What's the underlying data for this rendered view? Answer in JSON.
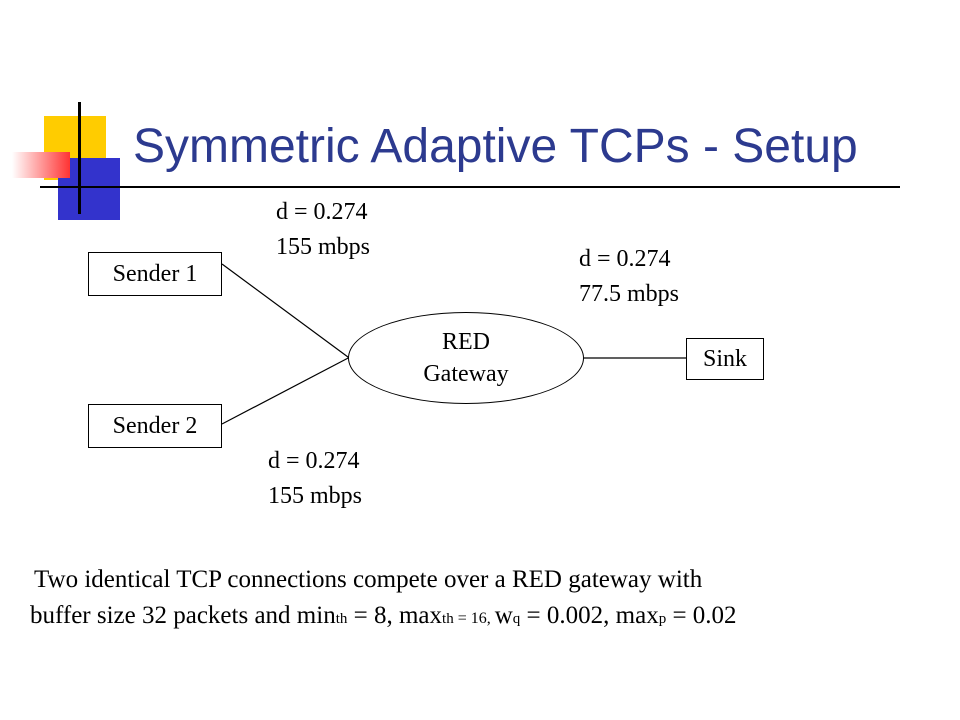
{
  "slide": {
    "title": "Symmetric Adaptive TCPs - Setup"
  },
  "diagram": {
    "nodes": {
      "sender1": "Sender 1",
      "sender2": "Sender 2",
      "gateway_line1": "RED",
      "gateway_line2": "Gateway",
      "sink": "Sink"
    },
    "links": {
      "sender1_gateway": {
        "delay": "d = 0.274",
        "bandwidth": "155 mbps"
      },
      "gateway_sink": {
        "delay": "d = 0.274",
        "bandwidth": "77.5 mbps"
      },
      "sender2_gateway": {
        "delay": "d = 0.274",
        "bandwidth": "155 mbps"
      }
    }
  },
  "caption": {
    "line1": "Two identical TCP connections compete over a RED gateway with",
    "line2": {
      "part1": "buffer size 32 packets and min",
      "min_sub": "th",
      "part2": " = 8, max",
      "max_sub": "th",
      "part3": " = 16, ",
      "part4": "w",
      "wq_sub": "q",
      "part5": " = 0.002, max",
      "maxp_sub": "p",
      "part6": " = 0.02"
    }
  }
}
